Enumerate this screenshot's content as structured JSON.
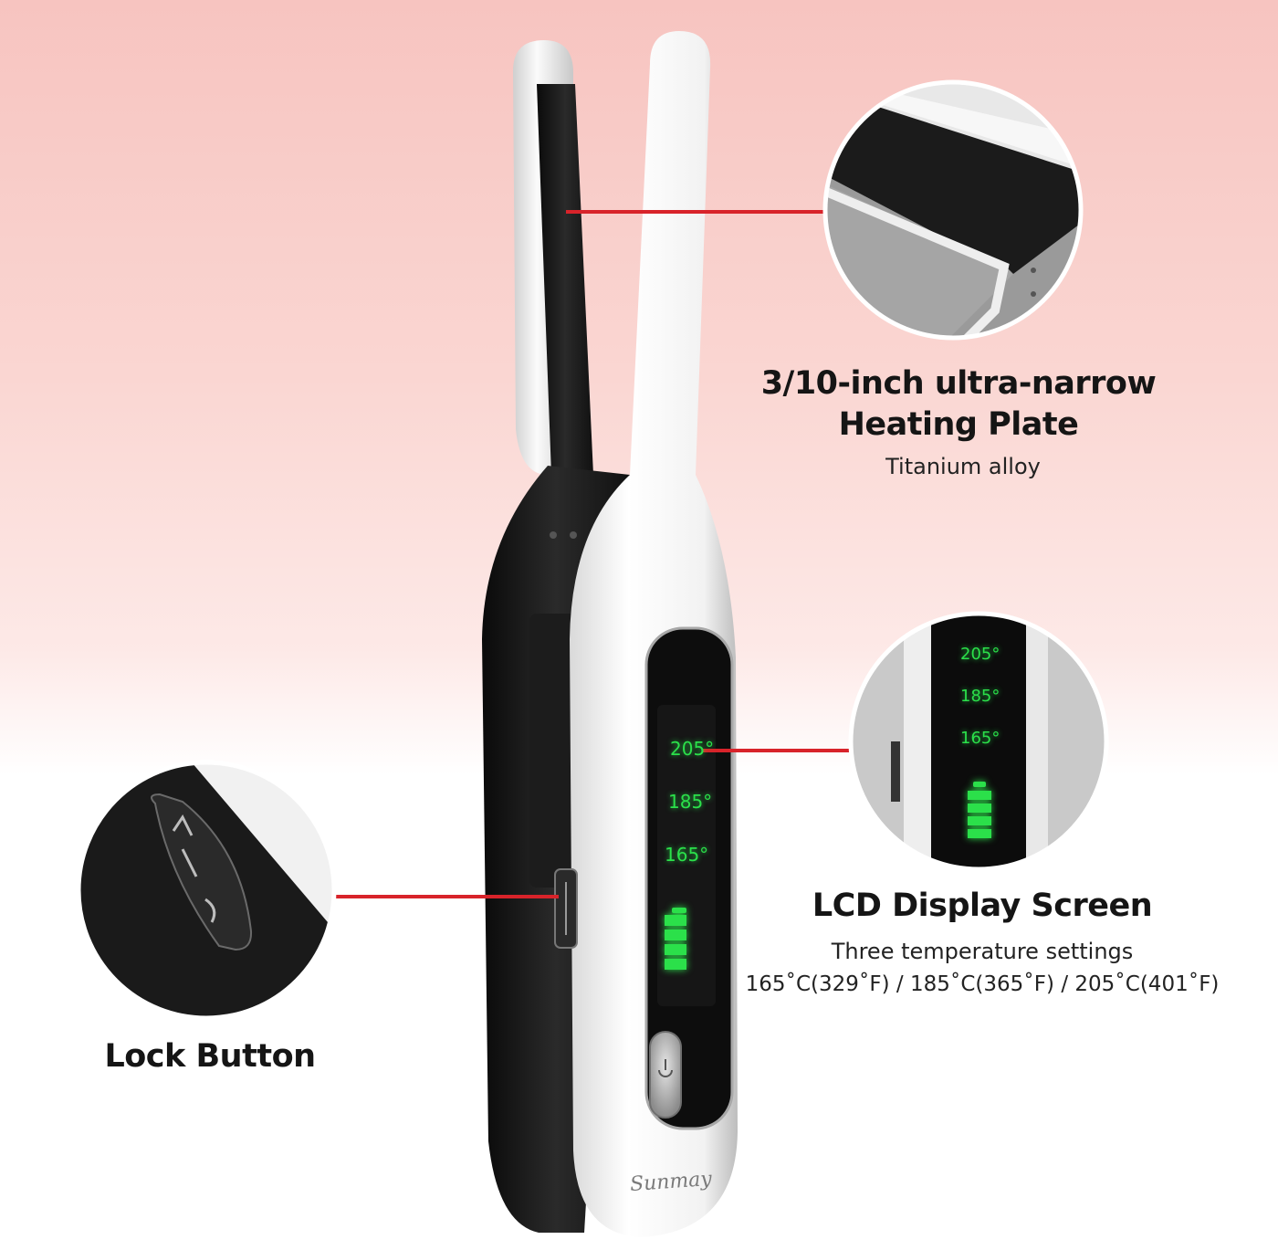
{
  "callouts": {
    "plate": {
      "title_line1": "3/10-inch ultra-narrow",
      "title_line2": "Heating Plate",
      "subtitle": "Titanium alloy"
    },
    "lcd": {
      "title": "LCD Display Screen",
      "subtitle_line1": "Three temperature settings",
      "subtitle_line2": "165˚C(329˚F) / 185˚C(365˚F) / 205˚C(401˚F)"
    },
    "lock": {
      "title": "Lock Button"
    }
  },
  "display": {
    "temp_high": "205°",
    "temp_mid": "185°",
    "temp_low": "165°"
  },
  "brand": "Sunmay",
  "colors": {
    "callout_line": "#d8232a",
    "lcd_green": "#2be04a",
    "background_top": "#f7c4c0"
  },
  "icons": [
    "power-icon",
    "lock-slider-icon",
    "battery-level-icon"
  ]
}
